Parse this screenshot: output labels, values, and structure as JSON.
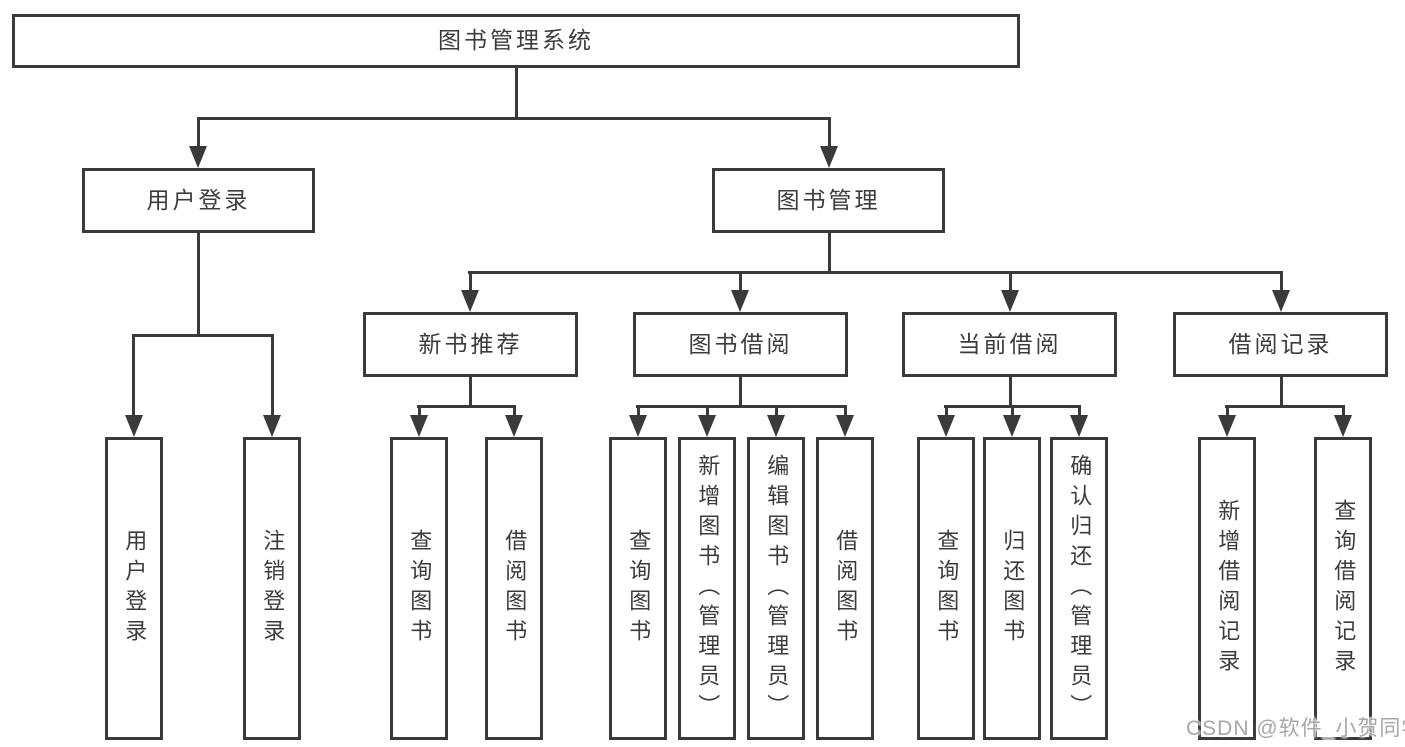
{
  "colors": {
    "line": "#3a3a3a",
    "text": "#3c3c3c",
    "watermark": "#a7a7ad",
    "background": "#ffffff"
  },
  "tree": {
    "label": "图书管理系统",
    "children": [
      {
        "label": "用户登录",
        "children": [
          {
            "label": "用户登录"
          },
          {
            "label": "注销登录"
          }
        ]
      },
      {
        "label": "图书管理",
        "children": [
          {
            "label": "新书推荐",
            "children": [
              {
                "label": "查询图书"
              },
              {
                "label": "借阅图书"
              }
            ]
          },
          {
            "label": "图书借阅",
            "children": [
              {
                "label": "查询图书"
              },
              {
                "label": "新增图书（管理员）"
              },
              {
                "label": "编辑图书（管理员）"
              },
              {
                "label": "借阅图书"
              }
            ]
          },
          {
            "label": "当前借阅",
            "children": [
              {
                "label": "查询图书"
              },
              {
                "label": "归还图书"
              },
              {
                "label": "确认归还（管理员）"
              }
            ]
          },
          {
            "label": "借阅记录",
            "children": [
              {
                "label": "新增借阅记录"
              },
              {
                "label": "查询借阅记录"
              }
            ]
          }
        ]
      }
    ]
  },
  "watermark": "CSDN @软件_小贺同学"
}
